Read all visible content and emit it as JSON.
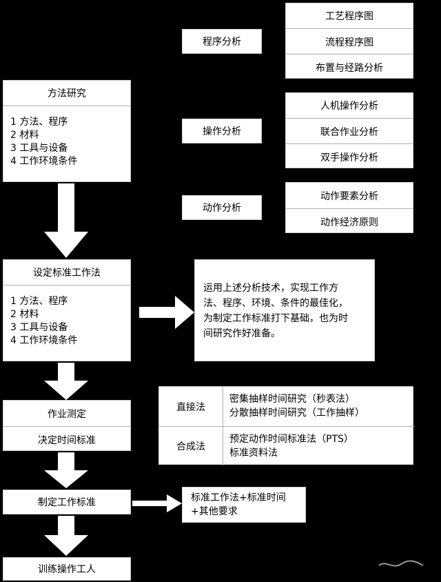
{
  "analysis": {
    "procedure": {
      "label": "程序分析",
      "items": [
        "工艺程序图",
        "流程程序图",
        "布置与经路分析"
      ]
    },
    "operation": {
      "label": "操作分析",
      "items": [
        "人机操作分析",
        "联合作业分析",
        "双手操作分析"
      ]
    },
    "motion": {
      "label": "动作分析",
      "items": [
        "动作要素分析",
        "动作经济原则"
      ]
    }
  },
  "method_study": {
    "title": "方法研究",
    "items": [
      "1 方法、程序",
      "2 材料",
      "3 工具与设备",
      "4 工作环境条件"
    ]
  },
  "set_standard": {
    "title": "设定标准工作法",
    "items": [
      "1 方法、程序",
      "2 材料",
      "3 工具与设备",
      "4 工作环境条件"
    ]
  },
  "note": {
    "lines": [
      "运用上述分析技术，实现工作方",
      "法、程序、环境、条件的最佳化，",
      "为制定工作标准打下基础，也为时",
      "间研究作好准备。"
    ]
  },
  "work_measurement": {
    "title": "作业测定",
    "subtitle": "决定时间标准"
  },
  "methods_table": {
    "direct": {
      "label": "直接法",
      "lines": [
        "密集抽样时间研究（秒表法）",
        "分散抽样时间研究（工作抽样）"
      ]
    },
    "synthetic": {
      "label": "合成法",
      "lines": [
        "预定动作时间标准法（PTS）",
        "标准资料法"
      ]
    }
  },
  "make_standard": {
    "title": "制定工作标准"
  },
  "standard_result": {
    "lines": [
      "标准工作法+标准时间",
      "+其他要求"
    ]
  },
  "train": {
    "title": "训练操作工人"
  }
}
